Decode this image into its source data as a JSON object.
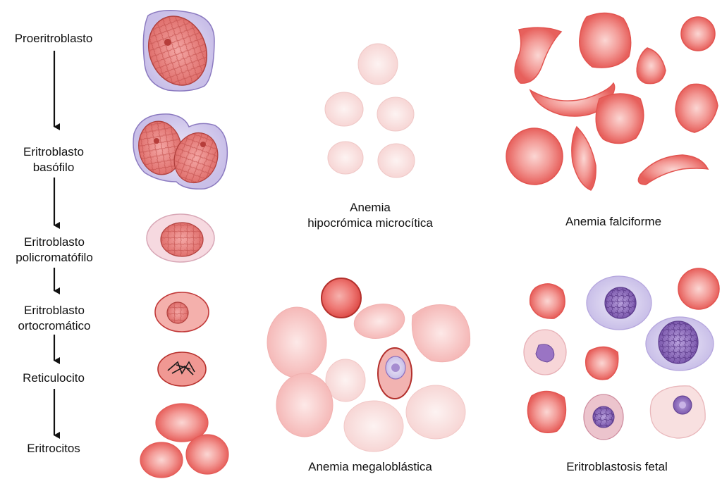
{
  "maturation": {
    "stages": [
      {
        "lines": [
          "Proeritroblasto"
        ]
      },
      {
        "lines": [
          "Eritroblasto",
          "basófilo"
        ]
      },
      {
        "lines": [
          "Eritroblasto",
          "policromatófilo"
        ]
      },
      {
        "lines": [
          "Eritroblasto",
          "ortocromático"
        ]
      },
      {
        "lines": [
          "Reticulocito"
        ]
      },
      {
        "lines": [
          "Eritrocitos"
        ]
      }
    ]
  },
  "panels": {
    "microcytic": {
      "line1": "Anemia",
      "line2": "hipocrómica microcítica"
    },
    "sickle": {
      "label": "Anemia falciforme"
    },
    "megaloblastic": {
      "label": "Anemia megaloblástica"
    },
    "fetal": {
      "label": "Eritroblastosis fetal"
    }
  },
  "colors": {
    "rbc_fill": "#f08a88",
    "rbc_edge": "#c23a3a",
    "pale_fill": "#f9e1e1",
    "nucleus_purple": "#9a78c0",
    "cytoplasm_lilac": "#dcd4f0",
    "arrow": "#111111"
  }
}
